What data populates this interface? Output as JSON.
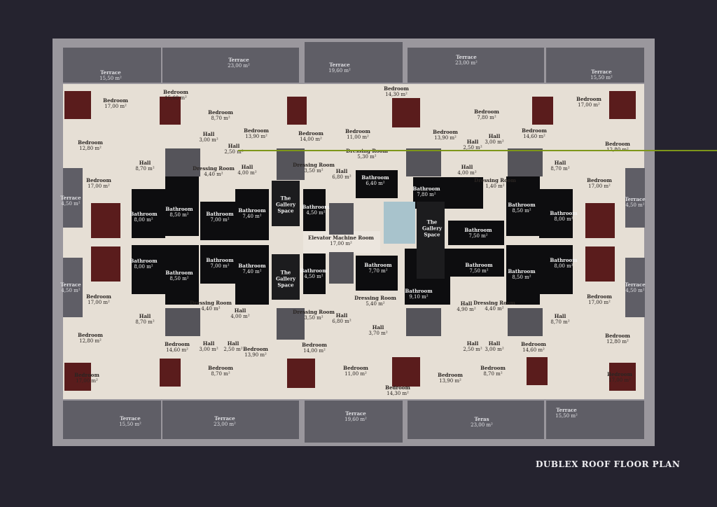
{
  "title": "DUBLEX ROOF FLOOR PLAN",
  "colors": {
    "background": "#25232f",
    "walls": "#9a979d",
    "floor": "#e6dfd5",
    "terrace": "#5f5e66",
    "bathroom": "#0d0d0f",
    "gallery": "#1c1c1e",
    "accent_line": "#7e961a"
  },
  "rooms": [
    {
      "type": "terrace",
      "name": "Terrace",
      "area": "15,50 m²"
    },
    {
      "type": "terrace",
      "name": "Terrace",
      "area": "23,00 m²"
    },
    {
      "type": "terrace",
      "name": "Terrace",
      "area": "19,60 m²"
    },
    {
      "type": "terrace",
      "name": "Terrace",
      "area": "23,00 m²"
    },
    {
      "type": "terrace",
      "name": "Terrace",
      "area": "15,50 m²"
    },
    {
      "type": "bedroom",
      "name": "Bedroom",
      "area": "17,00 m²"
    },
    {
      "type": "bedroom",
      "name": "Bedroom",
      "area": "15,60 m²"
    },
    {
      "type": "bedroom",
      "name": "Bedroom",
      "area": "8,70 m²"
    },
    {
      "type": "bedroom",
      "name": "Bedroom",
      "area": "13,90 m²"
    },
    {
      "type": "bedroom",
      "name": "Bedroom",
      "area": "14,00 m²"
    },
    {
      "type": "bedroom",
      "name": "Bedroom",
      "area": "11,00 m²"
    },
    {
      "type": "bedroom",
      "name": "Bedroom",
      "area": "14,30 m²"
    },
    {
      "type": "bedroom",
      "name": "Bedroom",
      "area": "13,90 m²"
    },
    {
      "type": "bedroom",
      "name": "Bedroom",
      "area": "7,80 m²"
    },
    {
      "type": "bedroom",
      "name": "Bedroom",
      "area": "14,60 m²"
    },
    {
      "type": "bedroom",
      "name": "Bedroom",
      "area": "17,00 m²"
    },
    {
      "type": "hall",
      "name": "Hall",
      "area": "3,00 m²"
    },
    {
      "type": "hall",
      "name": "Hall",
      "area": "2,50 m²"
    },
    {
      "type": "hall",
      "name": "Hall",
      "area": "2,50 m²"
    },
    {
      "type": "hall",
      "name": "Hall",
      "area": "3,00 m²"
    },
    {
      "type": "bedroom",
      "name": "Bedroom",
      "area": "12,80 m²"
    },
    {
      "type": "bedroom",
      "name": "Bedroom",
      "area": "12,80 m²"
    },
    {
      "type": "dressing",
      "name": "Dressing Room",
      "area": "5,30 m²"
    },
    {
      "type": "hall",
      "name": "Hall",
      "area": "8,70 m²"
    },
    {
      "type": "dressing",
      "name": "Dressing Room",
      "area": "4,40 m²"
    },
    {
      "type": "hall",
      "name": "Hall",
      "area": "4,00 m²"
    },
    {
      "type": "dressing",
      "name": "Dressing Room",
      "area": "3,50 m²"
    },
    {
      "type": "hall",
      "name": "Hall",
      "area": "6,80 m²"
    },
    {
      "type": "hall",
      "name": "Hall",
      "area": "4,00 m²"
    },
    {
      "type": "dressing",
      "name": "Dressing Room",
      "area": "1,40 m²"
    },
    {
      "type": "hall",
      "name": "Hall",
      "area": "8,70 m²"
    },
    {
      "type": "bedroom",
      "name": "Bedroom",
      "area": "17,00 m²"
    },
    {
      "type": "bedroom",
      "name": "Bedroom",
      "area": "17,00 m²"
    },
    {
      "type": "terrace",
      "name": "Terrace",
      "area": "4,50 m²"
    },
    {
      "type": "terrace",
      "name": "Terrace",
      "area": "4,50 m²"
    },
    {
      "type": "bathroom",
      "name": "Bathroom",
      "area": "8,00 m²"
    },
    {
      "type": "bathroom",
      "name": "Bathroom",
      "area": "8,50 m²"
    },
    {
      "type": "bathroom",
      "name": "Bathroom",
      "area": "7,00 m²"
    },
    {
      "type": "bathroom",
      "name": "Bathroom",
      "area": "7,40 m²"
    },
    {
      "type": "gallery",
      "name": "The Gallery Space",
      "area": ""
    },
    {
      "type": "bathroom",
      "name": "Bathroom",
      "area": "4,50 m²"
    },
    {
      "type": "bathroom",
      "name": "Bathroom",
      "area": "6,40 m²"
    },
    {
      "type": "bathroom",
      "name": "Bathroom",
      "area": "7,80 m²"
    },
    {
      "type": "gallery",
      "name": "The Gallery Space",
      "area": ""
    },
    {
      "type": "bathroom",
      "name": "Bathroom",
      "area": "7,50 m²"
    },
    {
      "type": "bathroom",
      "name": "Bathroom",
      "area": "8,50 m²"
    },
    {
      "type": "bathroom",
      "name": "Bathroom",
      "area": "8,00 m²"
    },
    {
      "type": "elevator",
      "name": "Elevator Machine Room",
      "area": "17,00 m²"
    },
    {
      "type": "bathroom",
      "name": "Bathroom",
      "area": "8,00 m²"
    },
    {
      "type": "bathroom",
      "name": "Bathroom",
      "area": "8,50 m²"
    },
    {
      "type": "bathroom",
      "name": "Bathroom",
      "area": "7,00 m²"
    },
    {
      "type": "bathroom",
      "name": "Bathroom",
      "area": "7,40 m²"
    },
    {
      "type": "gallery",
      "name": "The Gallery Space",
      "area": ""
    },
    {
      "type": "bathroom",
      "name": "Bathroom",
      "area": "4,50 m²"
    },
    {
      "type": "bathroom",
      "name": "Bathroom",
      "area": "7,70 m²"
    },
    {
      "type": "bathroom",
      "name": "Bathroom",
      "area": "7,50 m²"
    },
    {
      "type": "bathroom",
      "name": "Bathroom",
      "area": "9,10 m²"
    },
    {
      "type": "bathroom",
      "name": "Bathroom",
      "area": "8,50 m²"
    },
    {
      "type": "bathroom",
      "name": "Bathroom",
      "area": "8,00 m²"
    },
    {
      "type": "terrace",
      "name": "Terrace",
      "area": "4,50 m²"
    },
    {
      "type": "terrace",
      "name": "Terrace",
      "area": "4,50 m²"
    },
    {
      "type": "bedroom",
      "name": "Bedroom",
      "area": "17,00 m²"
    },
    {
      "type": "bedroom",
      "name": "Bedroom",
      "area": "17,00 m²"
    },
    {
      "type": "dressing",
      "name": "Dressing Room",
      "area": "4,40 m²"
    },
    {
      "type": "hall",
      "name": "Hall",
      "area": "4,00 m²"
    },
    {
      "type": "dressing",
      "name": "Dressing Room",
      "area": "5,40 m²"
    },
    {
      "type": "hall",
      "name": "Hall",
      "area": "4,90 m²"
    },
    {
      "type": "dressing",
      "name": "Dressing Room",
      "area": "4,40 m²"
    },
    {
      "type": "hall",
      "name": "Hall",
      "area": "8,70 m²"
    },
    {
      "type": "hall",
      "name": "Hall",
      "area": "8,70 m²"
    },
    {
      "type": "dressing",
      "name": "Dressing Room",
      "area": "3,50 m²"
    },
    {
      "type": "hall",
      "name": "Hall",
      "area": "6,80 m²"
    },
    {
      "type": "hall",
      "name": "Hall",
      "area": "3,70 m²"
    },
    {
      "type": "bedroom",
      "name": "Bedroom",
      "area": "12,80 m²"
    },
    {
      "type": "bedroom",
      "name": "Bedroom",
      "area": "12,80 m²"
    },
    {
      "type": "bedroom",
      "name": "Bedroom",
      "area": "14,60 m²"
    },
    {
      "type": "hall",
      "name": "Hall",
      "area": "3,00 m²"
    },
    {
      "type": "hall",
      "name": "Hall",
      "area": "2,50 m²"
    },
    {
      "type": "bedroom",
      "name": "Bedroom",
      "area": "13,90 m²"
    },
    {
      "type": "bedroom",
      "name": "Bedroom",
      "area": "14,00 m²"
    },
    {
      "type": "bedroom",
      "name": "Bedroom",
      "area": "11,00 m²"
    },
    {
      "type": "bedroom",
      "name": "Bedroom",
      "area": "14,30 m²"
    },
    {
      "type": "bedroom",
      "name": "Bedroom",
      "area": "13,90 m²"
    },
    {
      "type": "hall",
      "name": "Hall",
      "area": "2,50 m²"
    },
    {
      "type": "hall",
      "name": "Hall",
      "area": "3,00 m²"
    },
    {
      "type": "bedroom",
      "name": "Bedroom",
      "area": "8,70 m²"
    },
    {
      "type": "bedroom",
      "name": "Bedroom",
      "area": "14,60 m²"
    },
    {
      "type": "bedroom",
      "name": "Bedroom",
      "area": "8,70 m²"
    },
    {
      "type": "bedroom",
      "name": "Bedroom",
      "area": "17,00 m²"
    },
    {
      "type": "bedroom",
      "name": "Bedroom",
      "area": "17,00 m²"
    },
    {
      "type": "terrace",
      "name": "Terrace",
      "area": "15,50 m²"
    },
    {
      "type": "terrace",
      "name": "Terrace",
      "area": "23,00 m²"
    },
    {
      "type": "terrace",
      "name": "Terrace",
      "area": "19,60 m²"
    },
    {
      "type": "terrace",
      "name": "Teras",
      "area": "23,00 m²"
    },
    {
      "type": "terrace",
      "name": "Terrace",
      "area": "15,50 m²"
    }
  ]
}
